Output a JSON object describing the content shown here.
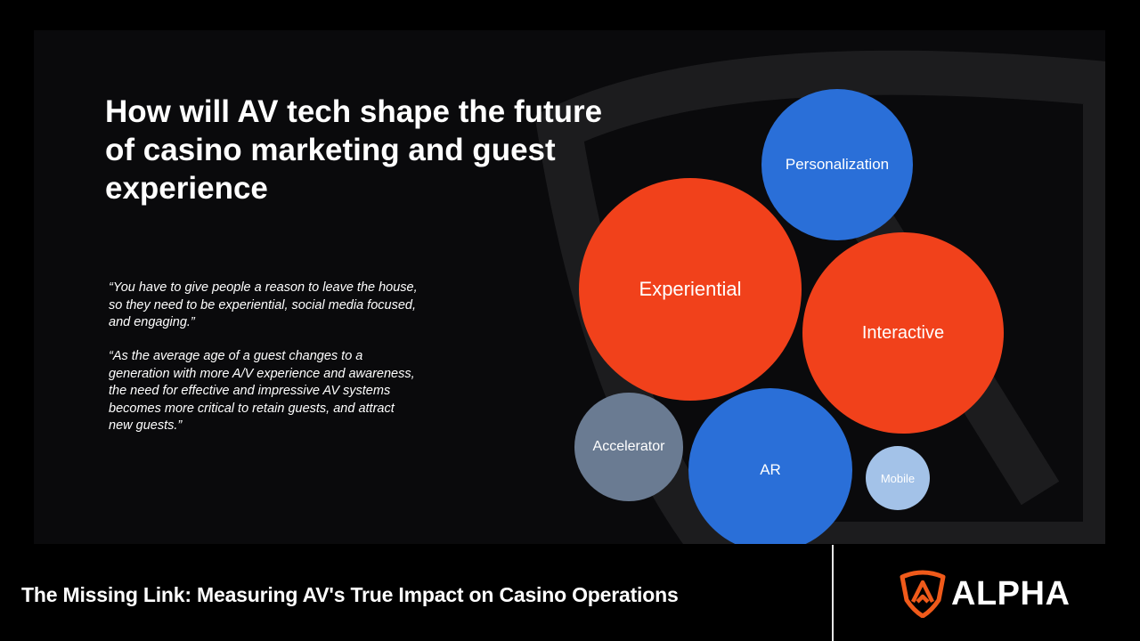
{
  "slide": {
    "title": "How will AV tech shape the future of casino marketing and guest experience",
    "quotes": [
      "“You have to give people a reason to leave the house, so they need to be experiential, social media focused, and engaging.”",
      "“As the average age of a guest changes to a generation with more A/V experience and awareness, the need for effective and impressive AV systems becomes more critical to retain guests, and attract new guests.”"
    ],
    "bubbles": [
      {
        "label": "Personalization",
        "color": "#2a6fd8"
      },
      {
        "label": "Experiential",
        "color": "#f1411b"
      },
      {
        "label": "Interactive",
        "color": "#f1411b"
      },
      {
        "label": "Accelerator",
        "color": "#6a7b92"
      },
      {
        "label": "AR",
        "color": "#2a6fd8"
      },
      {
        "label": "Mobile",
        "color": "#a3c2e8"
      }
    ]
  },
  "footer": {
    "title": "The Missing Link: Measuring AV's True Impact on Casino Operations",
    "logo_text": "ALPHA",
    "accent": "#f05a1a"
  }
}
